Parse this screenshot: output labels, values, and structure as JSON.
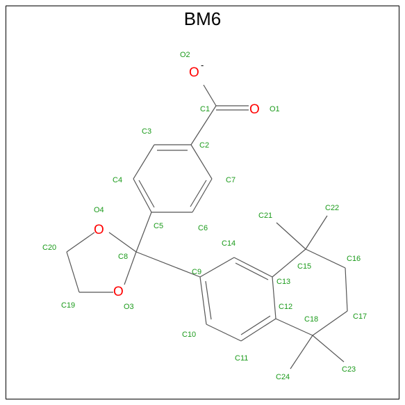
{
  "diagram": {
    "title": "BM6",
    "colors": {
      "atom_label": "#1a9a1a",
      "heteroatom": "#ff0000",
      "bond": "#555555",
      "frame": "#000000"
    },
    "heteroatoms": [
      {
        "id": "O2",
        "symbol": "O",
        "charge": "-"
      },
      {
        "id": "O1",
        "symbol": "O",
        "charge": ""
      },
      {
        "id": "O4",
        "symbol": "O",
        "charge": ""
      },
      {
        "id": "O3",
        "symbol": "O",
        "charge": ""
      }
    ],
    "atom_labels": [
      "O2",
      "O1",
      "C1",
      "C2",
      "C3",
      "C4",
      "C5",
      "C6",
      "C7",
      "O4",
      "C8",
      "C20",
      "C19",
      "O3",
      "C9",
      "C10",
      "C11",
      "C12",
      "C13",
      "C14",
      "C15",
      "C16",
      "C17",
      "C18",
      "C21",
      "C22",
      "C23",
      "C24"
    ]
  }
}
